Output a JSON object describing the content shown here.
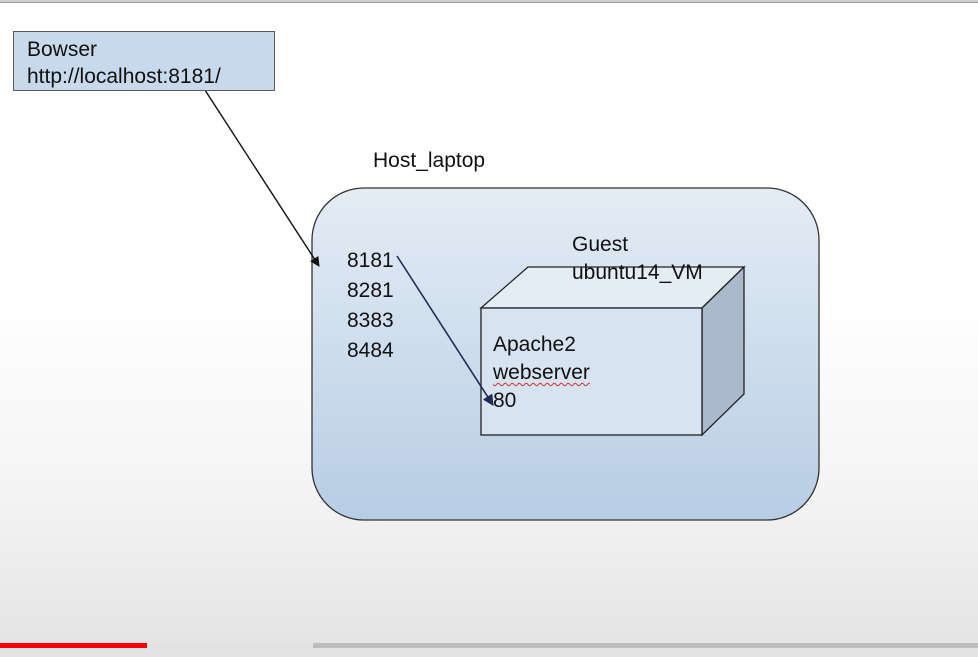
{
  "browser": {
    "line1": "Bowser",
    "line2": "http://localhost:8181/"
  },
  "host": {
    "label": "Host_laptop"
  },
  "guest": {
    "line1": "Guest",
    "line2": "ubuntu14_VM"
  },
  "ports": [
    "8181",
    "8281",
    "8383",
    "8484"
  ],
  "server": {
    "line1": "Apache2",
    "line2": "webserver",
    "port": "80"
  },
  "colors": {
    "browser_box_fill": "#c9d9ec",
    "host_fill_top": "#e4ecf5",
    "host_fill_bottom": "#b7cde4",
    "cube_front": "#d7e3f1",
    "cube_top": "#e4ecf6",
    "cube_side": "#aab9cb",
    "progress_played": "#ff0000"
  },
  "video_progress": {
    "played_fraction": 0.15,
    "buffered_fraction": 0.32
  }
}
